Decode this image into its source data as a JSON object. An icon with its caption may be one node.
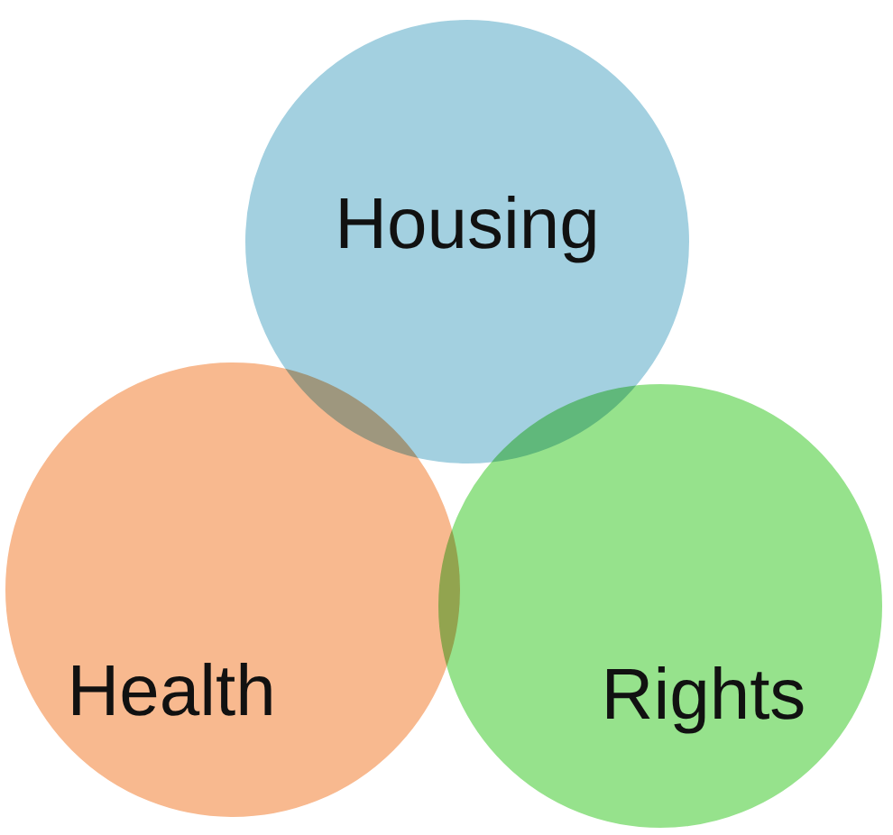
{
  "diagram": {
    "nodes": [
      {
        "text": [
          "Housing"
        ]
      },
      {
        "text": [
          "Health"
        ]
      },
      {
        "text": [
          "Rights"
        ]
      }
    ]
  }
}
